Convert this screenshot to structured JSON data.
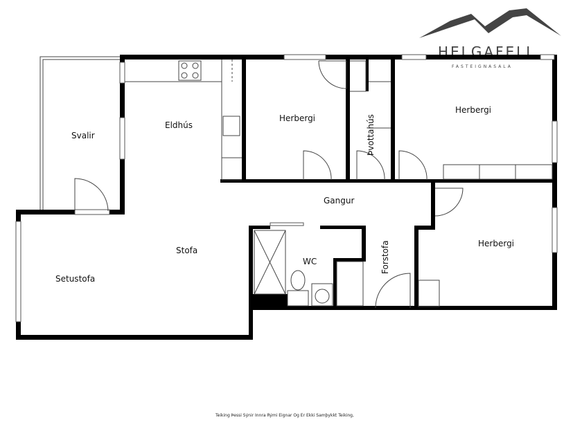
{
  "logo": {
    "name": "HELGAFELL",
    "tagline": "FASTEIGNASALA",
    "color": "#444444"
  },
  "rooms": {
    "svalir": "Svalir",
    "eldhus": "Eldhús",
    "herbergi_1": "Herbergi",
    "thvottahus": "Þvottahús",
    "herbergi_2": "Herbergi",
    "gangur": "Gangur",
    "stofa": "Stofa",
    "setustofa": "Setustofa",
    "wc": "WC",
    "forstofa": "Forstofa",
    "herbergi_3": "Herbergi"
  },
  "disclaimer": "Teiking Þessi Sýnir Innra Rými Eignar Og Er Ekki Samþykkt Teiking,"
}
